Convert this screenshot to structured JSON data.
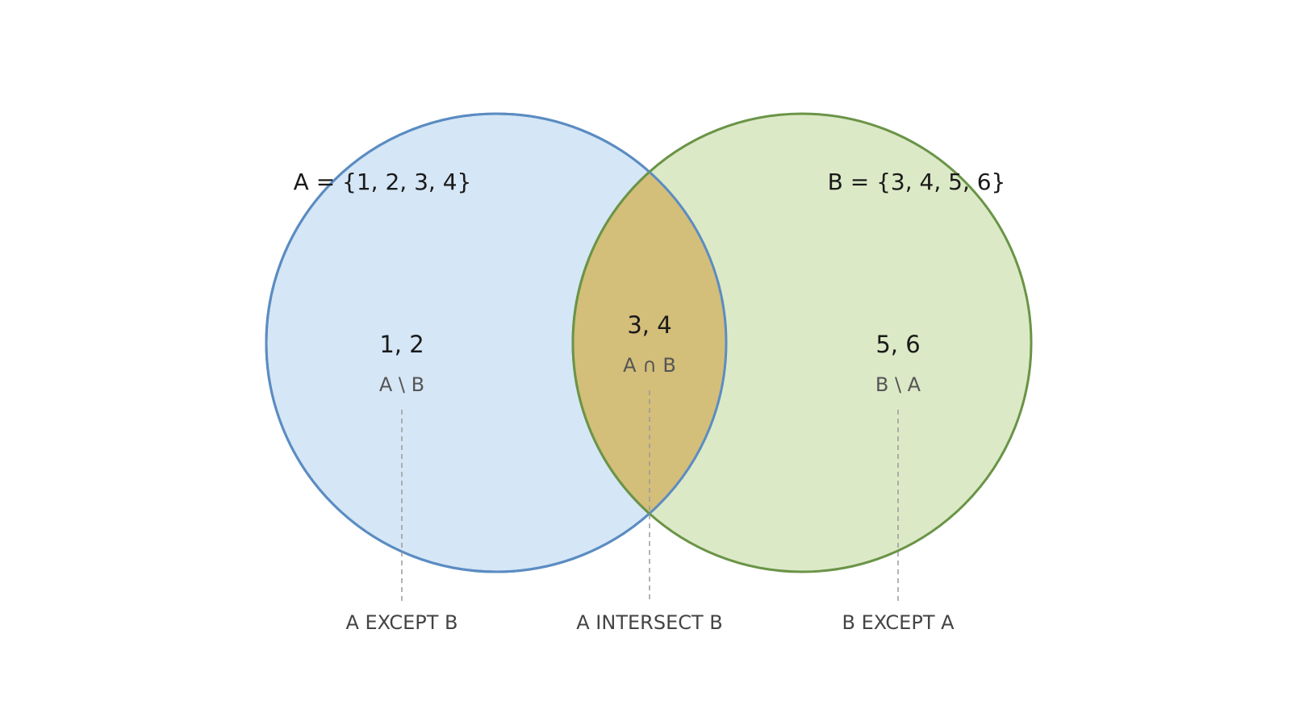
{
  "colors": {
    "set_a_fill": "#d5e6f6",
    "set_a_stroke": "#5b8cc2",
    "set_b_fill": "#dce9c6",
    "set_b_stroke": "#6a9447",
    "intersection_fill": "#d3be7a"
  },
  "sets": {
    "a": {
      "definition": "A = {1, 2, 3, 4}"
    },
    "b": {
      "definition": "B = {3, 4, 5, 6}"
    }
  },
  "regions": {
    "a_only": {
      "values": "1, 2",
      "notation": "A \\ B",
      "label": "A EXCEPT B"
    },
    "intersection": {
      "values": "3, 4",
      "notation": "A ∩ B",
      "label": "A INTERSECT B"
    },
    "b_only": {
      "values": "5, 6",
      "notation": "B \\ A",
      "label": "B EXCEPT A"
    }
  }
}
